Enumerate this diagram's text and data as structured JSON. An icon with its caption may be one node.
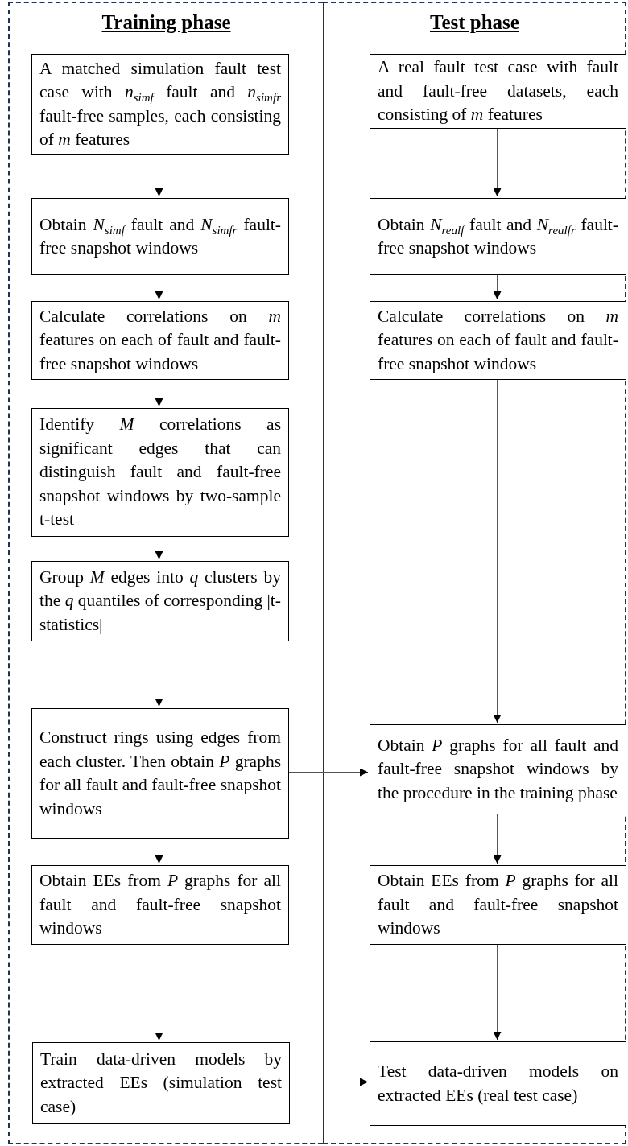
{
  "diagram": {
    "nodes": [
      {
        "text": [
          "Training phase"
        ]
      },
      {
        "text": [
          "A matched simulation fault test case with *n*$_{simf}$ fault and *n*$_{simfr}$ fault-free samples, each consisting of *m* features"
        ],
        "in": 0
      },
      {
        "text": [
          "Obtain *N*$_{simf}$ fault and *N*$_{simfr}$ fault-free snapshot windows"
        ],
        "in": 0
      },
      {
        "text": [
          "Calculate correlations on *m* features on each of fault and fault-free snapshot windows"
        ],
        "in": 0
      },
      {
        "text": [
          "Identify *M* correlations as significant edges that can distinguish fault and fault-free snapshot windows by two-sample t-test"
        ],
        "in": 0
      },
      {
        "text": [
          "Group *M* edges into *q* clusters by the *q* quantiles of corresponding |t-statistics|"
        ],
        "in": 0
      },
      {
        "text": [
          "Construct rings using edges from each cluster. Then obtain *P* graphs for all fault and fault-free snapshot windows"
        ],
        "in": 0
      },
      {
        "text": [
          "Obtain EEs from *P* graphs for all fault and fault-free snapshot windows"
        ],
        "in": 0
      },
      {
        "text": [
          "Train data-driven models by extracted EEs (simulation test case)"
        ],
        "in": 0
      },
      {
        "text": [
          "Test phase"
        ]
      },
      {
        "text": [
          "A real fault test case with fault and fault-free datasets, each consisting of *m* features"
        ],
        "in": 9
      },
      {
        "text": [
          "Obtain *N*$_{realf}$ fault and *N*$_{realfr}$ fault-free snapshot windows"
        ],
        "in": 9
      },
      {
        "text": [
          "Calculate correlations on *m* features on each of fault and fault-free snapshot windows"
        ],
        "in": 9
      },
      {
        "text": [
          "Obtain *P* graphs for all fault and fault-free snapshot windows by the procedure in the training phase"
        ],
        "in": 9
      },
      {
        "text": [
          "Obtain EEs from *P* graphs for all fault and fault-free snapshot windows"
        ],
        "in": 9
      },
      {
        "text": [
          "Test data-driven models on extracted EEs (real test case)"
        ],
        "in": 9
      }
    ],
    "edges": [
      {
        "from": 1,
        "to": 2,
        "arrow": "to"
      },
      {
        "from": 2,
        "to": 3,
        "arrow": "to"
      },
      {
        "from": 3,
        "to": 4,
        "arrow": "to"
      },
      {
        "from": 4,
        "to": 5,
        "arrow": "to"
      },
      {
        "from": 5,
        "to": 6,
        "arrow": "to"
      },
      {
        "from": 6,
        "to": 7,
        "arrow": "to"
      },
      {
        "from": 7,
        "to": 8,
        "arrow": "to"
      },
      {
        "from": 10,
        "to": 11,
        "arrow": "to"
      },
      {
        "from": 11,
        "to": 12,
        "arrow": "to"
      },
      {
        "from": 12,
        "to": 13,
        "arrow": "to"
      },
      {
        "from": 13,
        "to": 14,
        "arrow": "to"
      },
      {
        "from": 14,
        "to": 15,
        "arrow": "to"
      },
      {
        "from": 6,
        "to": 13,
        "arrow": "to"
      },
      {
        "from": 8,
        "to": 15,
        "arrow": "to"
      }
    ]
  }
}
